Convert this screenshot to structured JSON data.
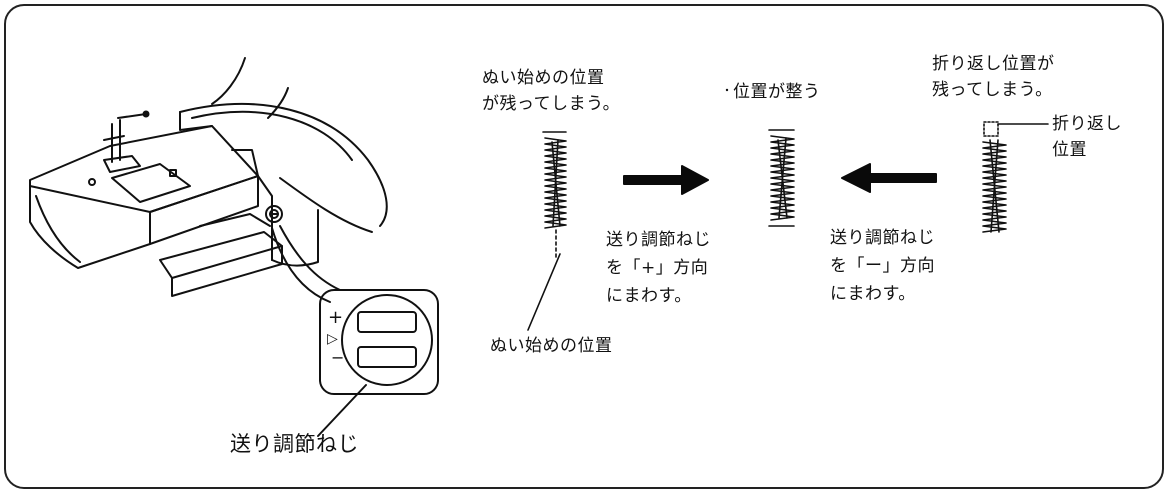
{
  "labels": {
    "start_left_line1": "ぬい始めの位置",
    "start_left_line2": "が残ってしまう。",
    "center_aligned": "位置が整う",
    "turn_right_line1": "折り返し位置が",
    "turn_right_line2": "残ってしまう。",
    "turn_callout_line1": "折り返し",
    "turn_callout_line2": "位置",
    "plus_line1": "送り調節ねじ",
    "plus_line2": "を「+」方向",
    "plus_line3": "にまわす。",
    "minus_line1": "送り調節ねじ",
    "minus_line2": "を「ー」方向",
    "minus_line3": "にまわす。",
    "start_callout": "ぬい始めの位置",
    "screw_callout": "送り調節ねじ"
  },
  "dial": {
    "plus": "+",
    "arrow": "▷",
    "minus": "−"
  },
  "colors": {
    "ink": "#111111",
    "arrow": "#0a0a0a",
    "paper": "#ffffff"
  }
}
